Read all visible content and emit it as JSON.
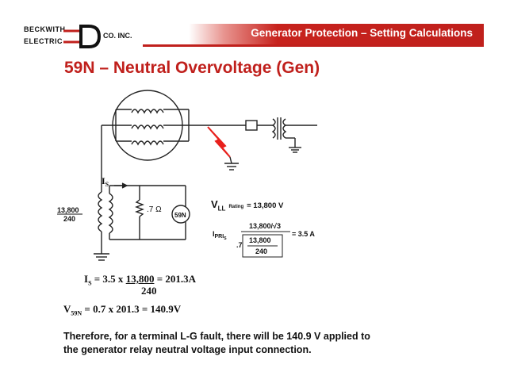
{
  "header": {
    "logo_line1": "BECKWITH",
    "logo_line2": "ELECTRIC",
    "logo_suffix": "CO. INC.",
    "banner_title": "Generator Protection – Setting Calculations"
  },
  "slide": {
    "title": "59N – Neutral Overvoltage (Gen)"
  },
  "diagram": {
    "current_label": "I",
    "current_sub": "S",
    "ratio_top": "13,800",
    "ratio_bottom": "240",
    "resistor_label": ".7 Ω",
    "relay_label": "59N",
    "vll_main": "V",
    "vll_sub": "LL",
    "vll_rating": "Rating",
    "vll_value": "= 13,800 V",
    "ipri_label": "I",
    "ipri_sub": "PRI",
    "ipri_subsub": "S",
    "ipri_numerator": "13,800/√3",
    "ipri_coef": ".7",
    "ipri_inner_top": "13,800",
    "ipri_inner_bottom": "240",
    "ipri_result": "= 3.5 A"
  },
  "equations": {
    "is_lhs": "I",
    "is_sub": "S",
    "is_rhs": "= 3.5 x",
    "is_numerator": "13,800",
    "is_result": "= 201.3A",
    "is_denominator": "240",
    "v_lhs": "V",
    "v_sub": "59N",
    "v_rhs": "= 0.7 x 201.3 = 140.9V"
  },
  "conclusion": {
    "line1": "Therefore, for a terminal L-G fault, there will be 140.9 V applied to",
    "line2": "the generator relay neutral voltage input connection."
  },
  "colors": {
    "brand_red": "#c0201c",
    "fault_red": "#e8201c"
  }
}
